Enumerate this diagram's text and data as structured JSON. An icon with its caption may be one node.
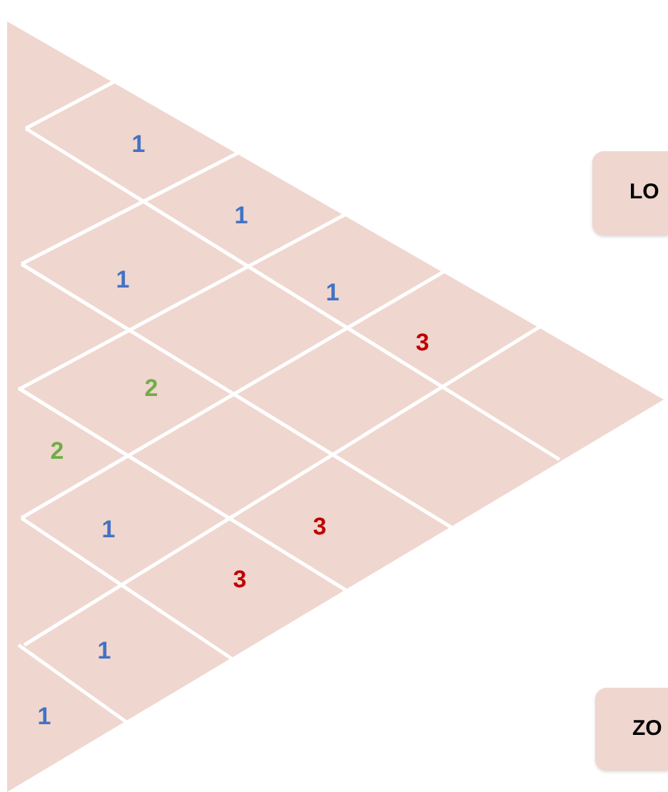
{
  "diagram": {
    "nodes": [
      {
        "text": [
          "LO"
        ]
      },
      {
        "text": [
          "ZO"
        ]
      }
    ],
    "labels": [
      "1",
      "1",
      "1",
      "1",
      "3",
      "2",
      "2",
      "1",
      "3",
      "3",
      "1",
      "1"
    ]
  }
}
